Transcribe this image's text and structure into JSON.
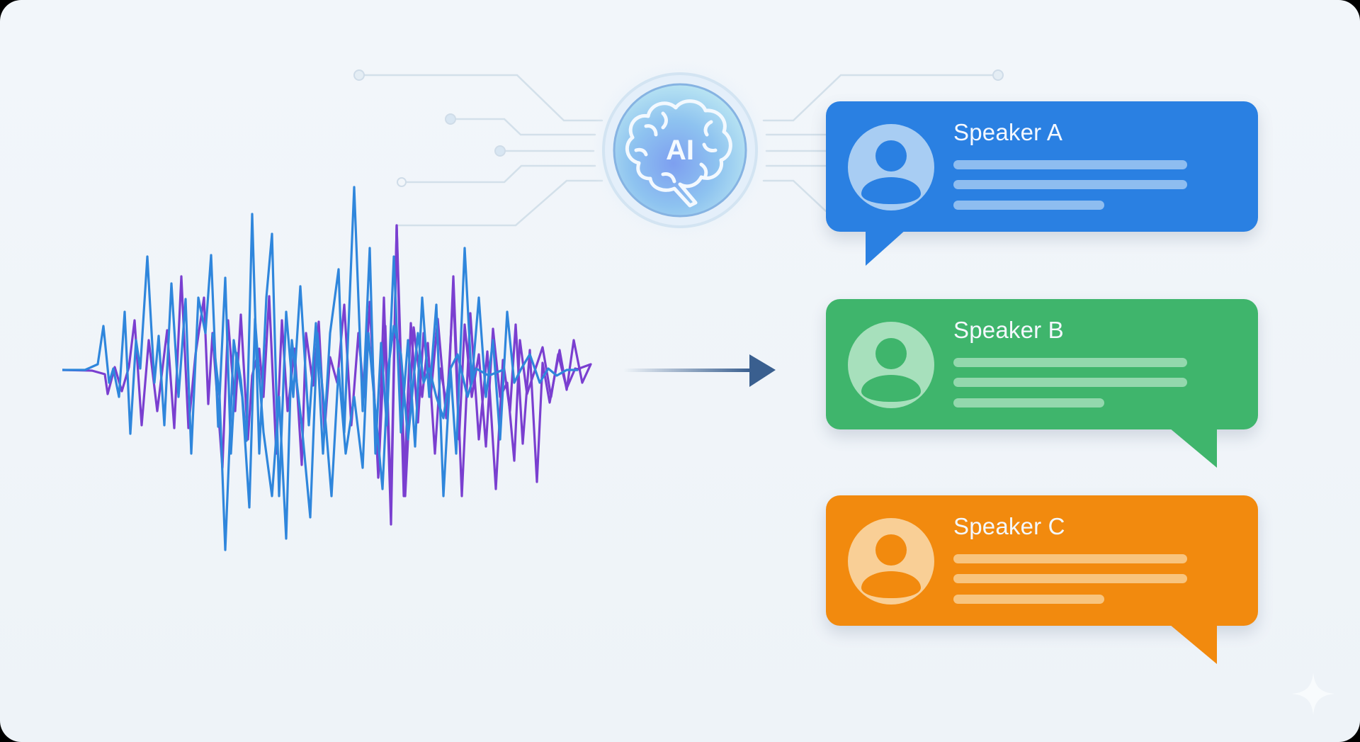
{
  "diagram": {
    "title": "AI speaker diarization: audio waveform to labeled speaker transcripts",
    "ai_node": {
      "label": "AI",
      "icon": "brain-icon",
      "glow_color": "#7fb4ee"
    },
    "waveform": {
      "icon": "audio-waveform",
      "series_colors": [
        "#2f86dc",
        "#7a3fd0"
      ]
    },
    "flow_arrow": {
      "icon": "arrow-right-icon",
      "color": "#3a5f8f"
    },
    "speakers": [
      {
        "label": "Speaker A",
        "color": "#2a80e2",
        "accent_light": "#a8cdf3",
        "tail_side": "left",
        "text_lines": 3,
        "icon": "user-avatar-icon"
      },
      {
        "label": "Speaker B",
        "color": "#3fb56c",
        "accent_light": "#a7e0bc",
        "tail_side": "right",
        "text_lines": 3,
        "icon": "user-avatar-icon"
      },
      {
        "label": "Speaker C",
        "color": "#f28a0e",
        "accent_light": "#f9cf96",
        "tail_side": "right",
        "text_lines": 3,
        "icon": "user-avatar-icon"
      }
    ],
    "watermark": {
      "icon": "sparkle-icon"
    },
    "background_color": "#f0f4f8"
  }
}
